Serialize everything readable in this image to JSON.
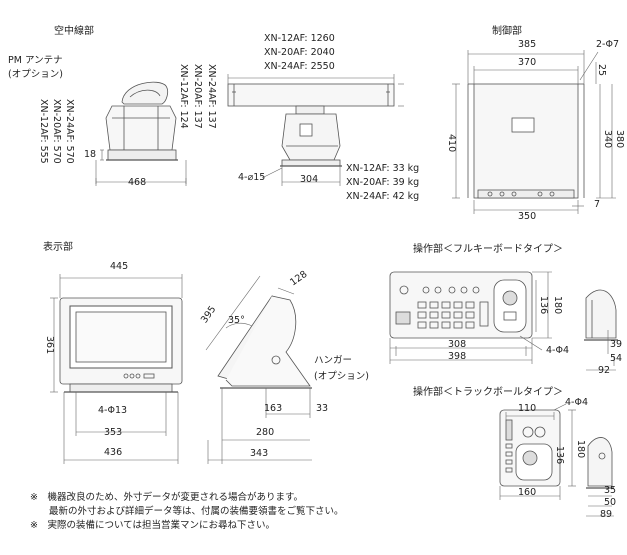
{
  "sections": {
    "antenna": "空中線部",
    "control": "制御部",
    "display": "表示部",
    "op_full": "操作部＜フルキーボードタイプ＞",
    "op_track": "操作部＜トラックボールタイプ＞"
  },
  "antenna": {
    "pm_label": [
      "PM アンテナ",
      "(オプション)"
    ],
    "widths": [
      "XN-12AF: 1260",
      "XN-20AF: 2040",
      "XN-24AF: 2550"
    ],
    "heights_left": [
      "XN-12AF: 555",
      "XN-20AF: 570",
      "XN-24AF: 570"
    ],
    "heights_right": [
      "XN-12AF: 124",
      "XN-20AF: 137",
      "XN-24AF: 137"
    ],
    "weights": [
      "XN-12AF: 33 kg",
      "XN-20AF: 39 kg",
      "XN-24AF: 42 kg"
    ],
    "dim_18": "18",
    "dim_468": "468",
    "dim_304": "304",
    "holes": "4-⌀15"
  },
  "control": {
    "dim_385": "385",
    "dim_370": "370",
    "holes": "2-Φ7",
    "dim_25": "25",
    "dim_410": "410",
    "dim_340": "340",
    "dim_380": "380",
    "dim_350": "350",
    "dim_7": "7"
  },
  "display": {
    "dim_445": "445",
    "dim_361": "361",
    "holes": "4-Φ13",
    "dim_353": "353",
    "dim_436": "436",
    "dim_128": "128",
    "dim_395": "395",
    "angle": "35°",
    "hanger": [
      "ハンガー",
      "(オプション)"
    ],
    "dim_163": "163",
    "dim_33": "33",
    "dim_280": "280",
    "dim_343": "343"
  },
  "op_full": {
    "dim_136": "136",
    "dim_180": "180",
    "dim_308": "308",
    "dim_398": "398",
    "holes": "4-Φ4",
    "dim_39": "39",
    "dim_54": "54",
    "dim_92": "92"
  },
  "op_track": {
    "dim_110": "110",
    "holes": "4-Φ4",
    "dim_136": "136",
    "dim_180": "180",
    "dim_160": "160",
    "dim_35": "35",
    "dim_50": "50",
    "dim_89": "89"
  },
  "notes": [
    "※　機器改良のため、外寸データが変更される場合があります。",
    "　　最新の外寸および詳細データ等は、付属の装備要領書をご覧下さい。",
    "※　実際の装備については担当営業マンにお尋ね下さい。"
  ]
}
